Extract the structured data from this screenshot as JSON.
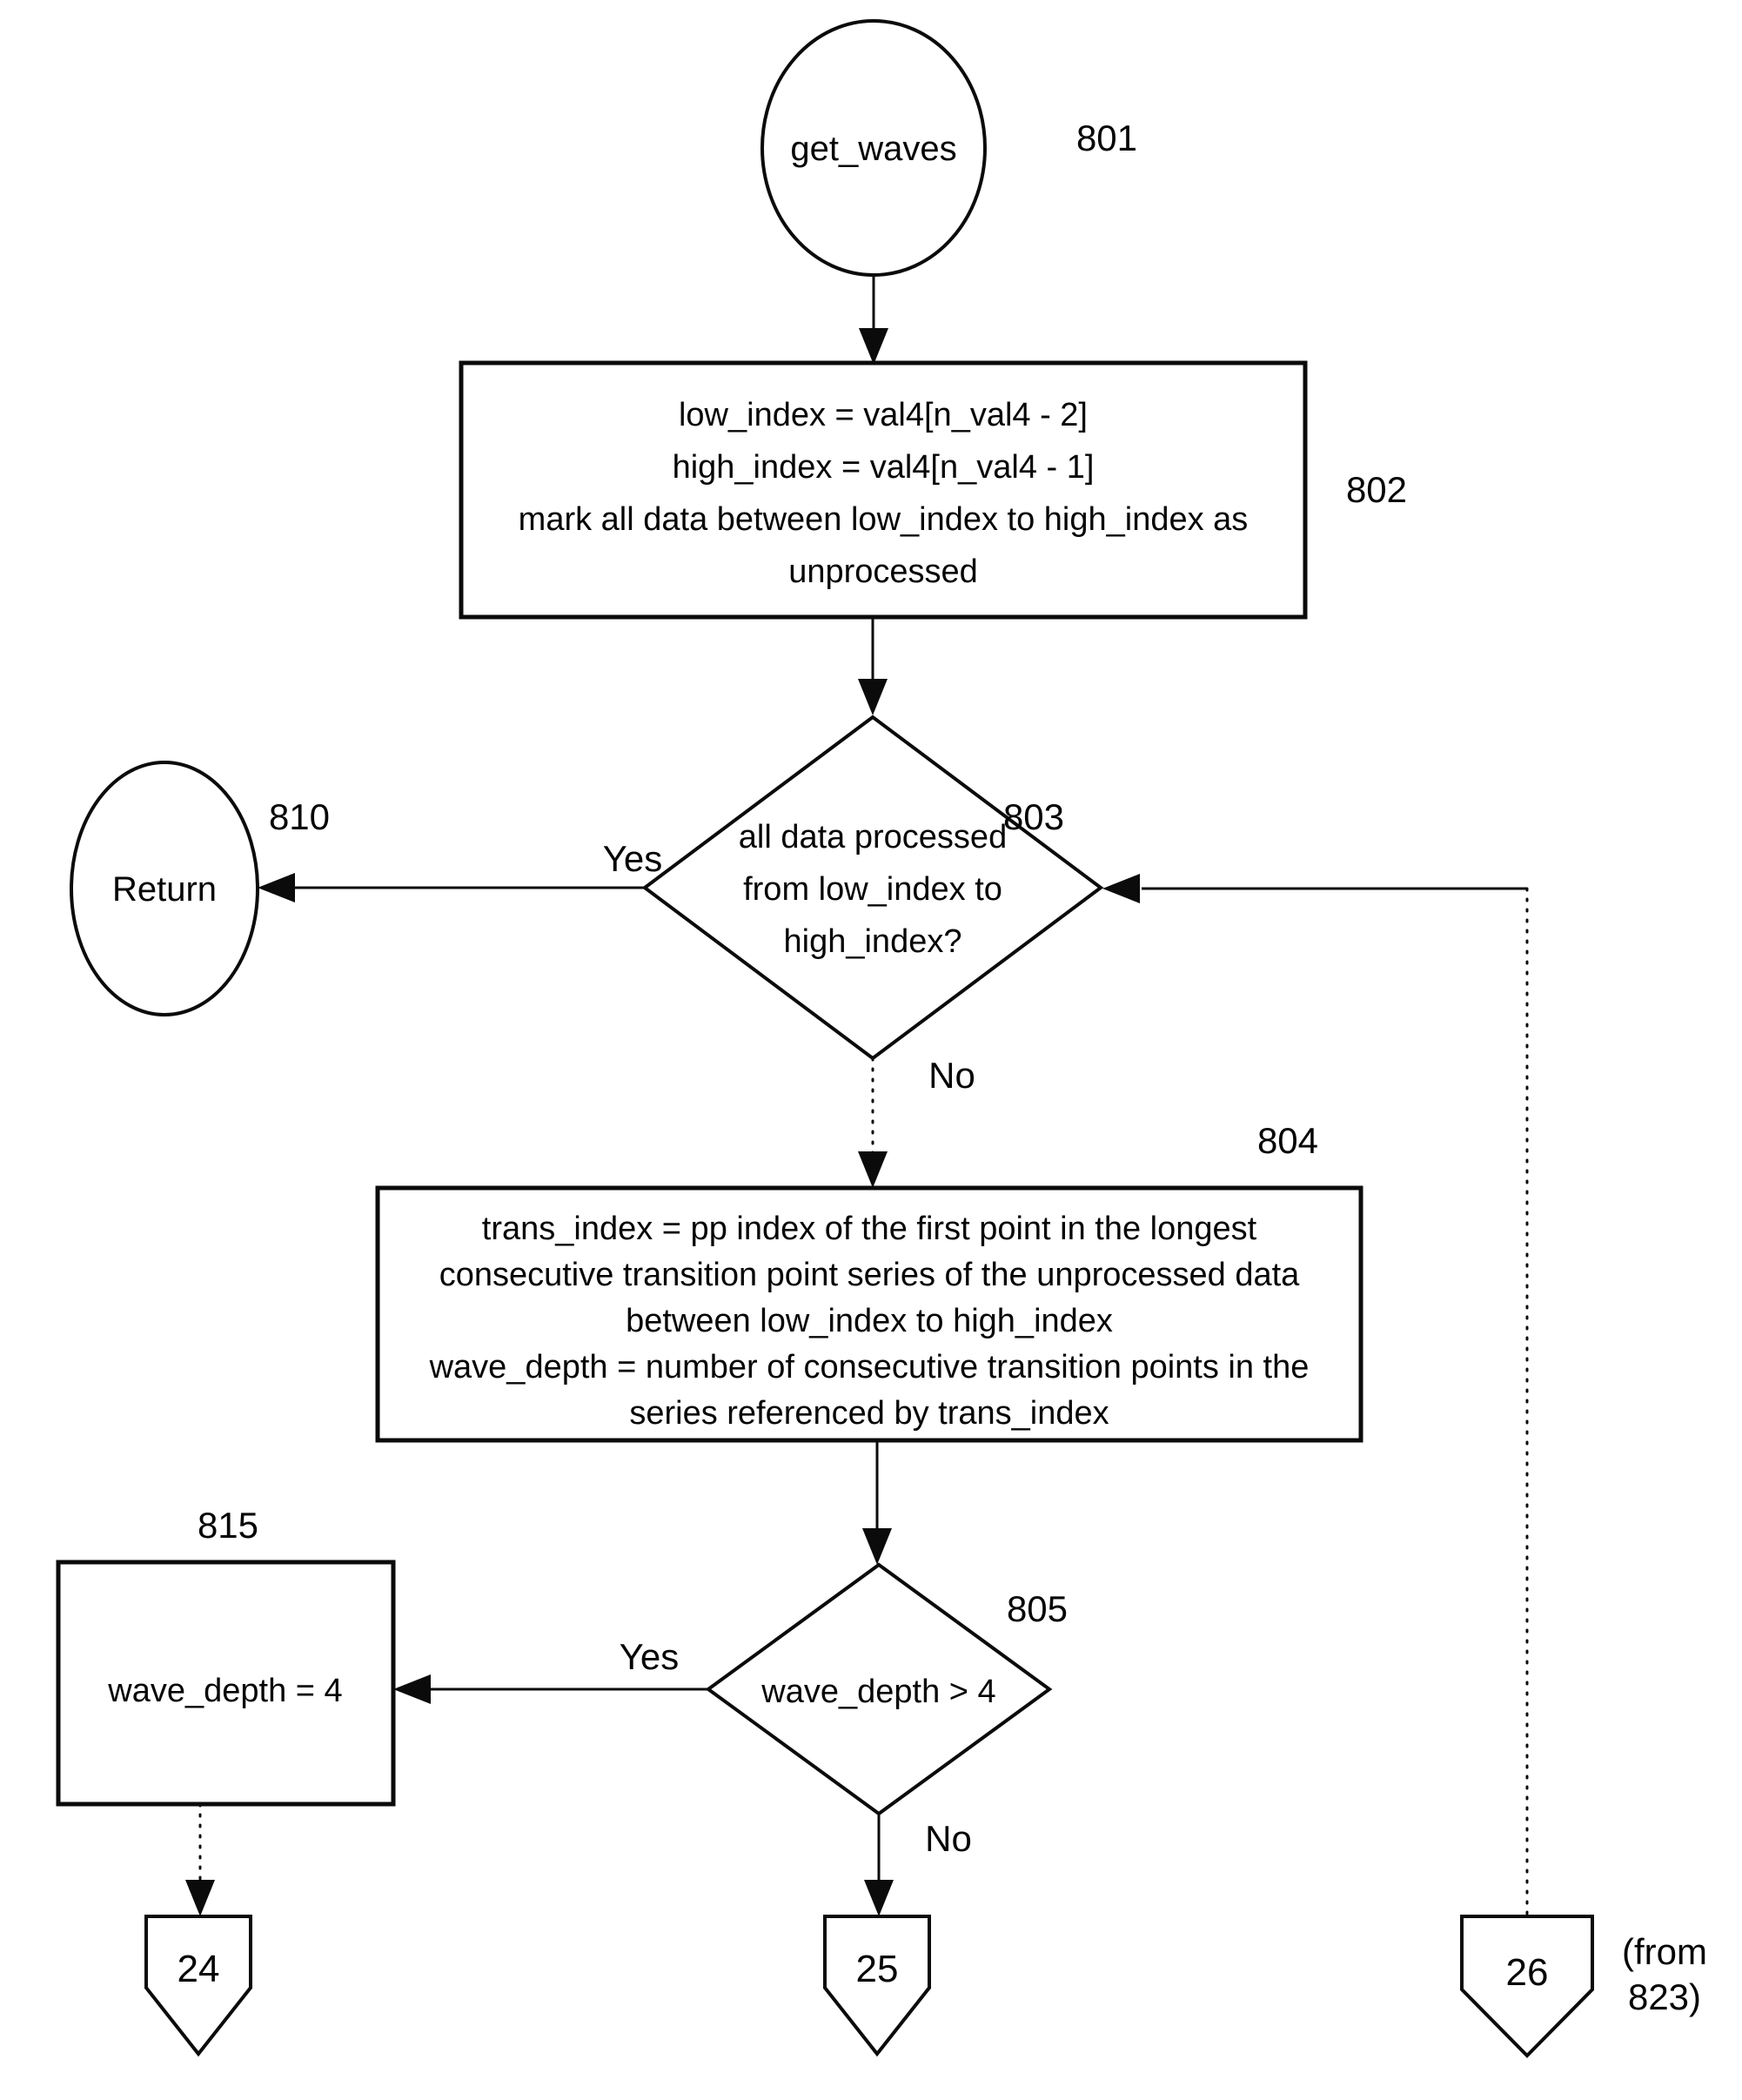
{
  "figure": {
    "background": "#ffffff",
    "ink": "#0b0b0b"
  },
  "nodes": {
    "start": {
      "label": "get_waves",
      "ref": "801"
    },
    "init": {
      "ref": "802",
      "lines": [
        "low_index = val4[n_val4 - 2]",
        "high_index = val4[n_val4 - 1]",
        "mark all data between low_index to high_index as",
        "unprocessed"
      ]
    },
    "check_processed": {
      "ref": "803",
      "lines": [
        "all data processed",
        "from low_index to",
        "high_index?"
      ]
    },
    "return_terminal": {
      "ref": "810",
      "label": "Return"
    },
    "find_series": {
      "ref": "804",
      "lines": [
        "trans_index = pp index of the first point in the longest",
        "consecutive transition point series of the unprocessed data",
        "between low_index to high_index",
        "wave_depth = number of consecutive transition points in the",
        "series referenced by trans_index"
      ]
    },
    "check_depth": {
      "ref": "805",
      "label": "wave_depth > 4"
    },
    "cap_depth": {
      "ref": "815",
      "label": "wave_depth = 4"
    },
    "off_page_24": {
      "label": "24"
    },
    "off_page_25": {
      "label": "25"
    },
    "off_page_26": {
      "label": "26",
      "note": [
        "(from",
        "823)"
      ]
    }
  },
  "edge_labels": {
    "check_processed_yes": "Yes",
    "check_processed_no": "No",
    "check_depth_yes": "Yes",
    "check_depth_no": "No"
  }
}
